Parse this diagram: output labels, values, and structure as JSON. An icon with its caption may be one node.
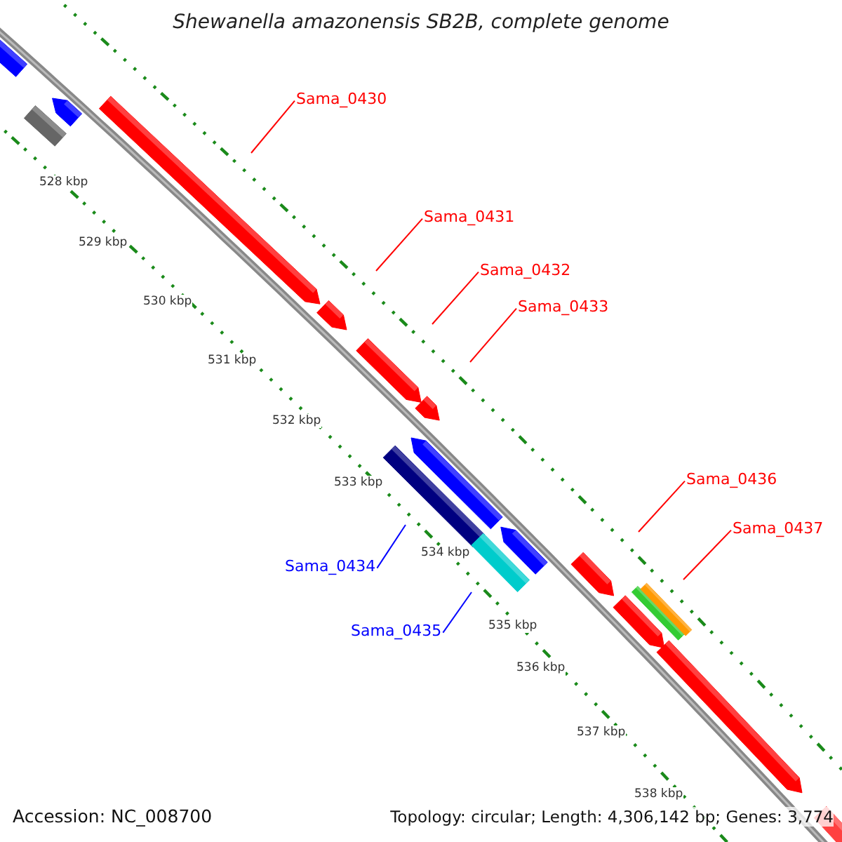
{
  "diagram": {
    "title": "Shewanella amazonensis SB2B, complete genome",
    "nodes": [
      {
        "text": [
          "Sama_0430"
        ]
      },
      {
        "text": [
          "Sama_0431"
        ]
      },
      {
        "text": [
          "Sama_0432"
        ]
      },
      {
        "text": [
          "Sama_0433"
        ]
      },
      {
        "text": [
          "Sama_0434"
        ]
      },
      {
        "text": [
          "Sama_0435"
        ]
      },
      {
        "text": [
          "Sama_0436"
        ]
      },
      {
        "text": [
          "Sama_0437"
        ]
      }
    ],
    "edges": [
      {
        "from": 0,
        "to": null,
        "arrow": "none",
        "color": "#ff0000"
      },
      {
        "from": 1,
        "to": null,
        "arrow": "none",
        "color": "#ff0000"
      },
      {
        "from": 2,
        "to": null,
        "arrow": "none",
        "color": "#ff0000"
      },
      {
        "from": 3,
        "to": null,
        "arrow": "none",
        "color": "#ff0000"
      },
      {
        "from": 4,
        "to": null,
        "arrow": "none",
        "color": "#0000ff"
      },
      {
        "from": 5,
        "to": null,
        "arrow": "none",
        "color": "#0000ff"
      },
      {
        "from": 6,
        "to": null,
        "arrow": "none",
        "color": "#ff0000"
      },
      {
        "from": 7,
        "to": null,
        "arrow": "none",
        "color": "#ff0000"
      }
    ],
    "labels": [
      "528 kbp",
      "529 kbp",
      "530 kbp",
      "531 kbp",
      "532 kbp",
      "533 kbp",
      "534 kbp",
      "535 kbp",
      "536 kbp",
      "537 kbp",
      "538 kbp",
      "Accession: NC_008700",
      "Topology: circular; Length: 4,306,142 bp; Genes: 3,774"
    ]
  }
}
